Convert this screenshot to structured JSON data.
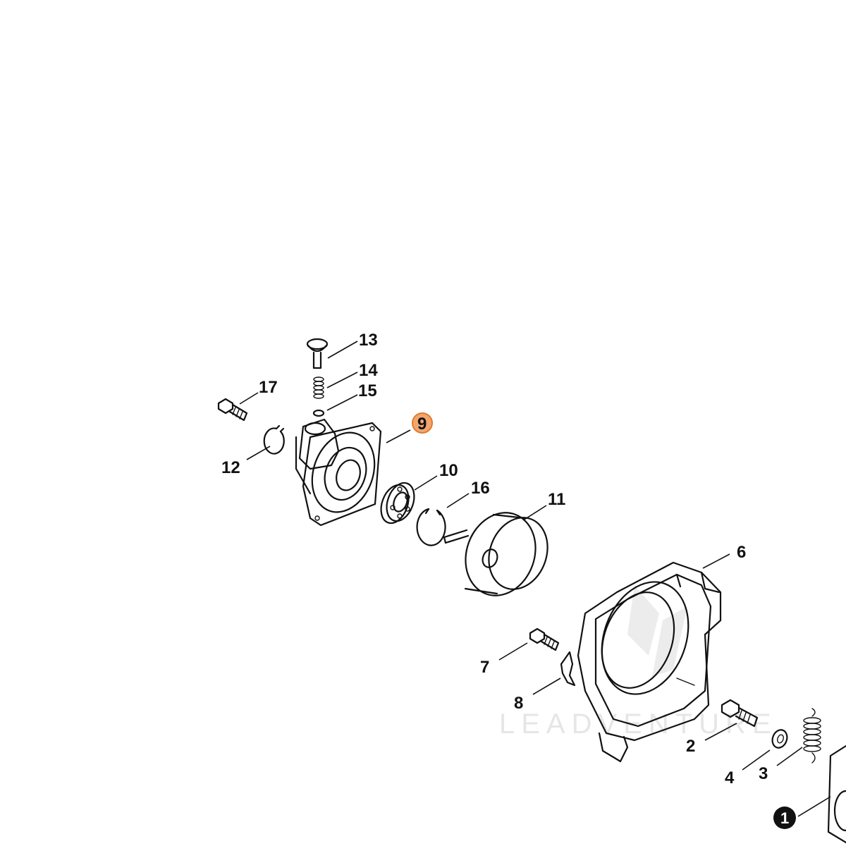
{
  "watermark": "LEADVENTURE",
  "highlight_color": "#f2a66e",
  "callouts": {
    "c1": "1",
    "c2": "2",
    "c3": "3",
    "c4": "4",
    "c6": "6",
    "c7": "7",
    "c8": "8",
    "c9": "9",
    "c10": "10",
    "c11": "11",
    "c12": "12",
    "c13": "13",
    "c14": "14",
    "c15": "15",
    "c16": "16",
    "c17": "17"
  }
}
